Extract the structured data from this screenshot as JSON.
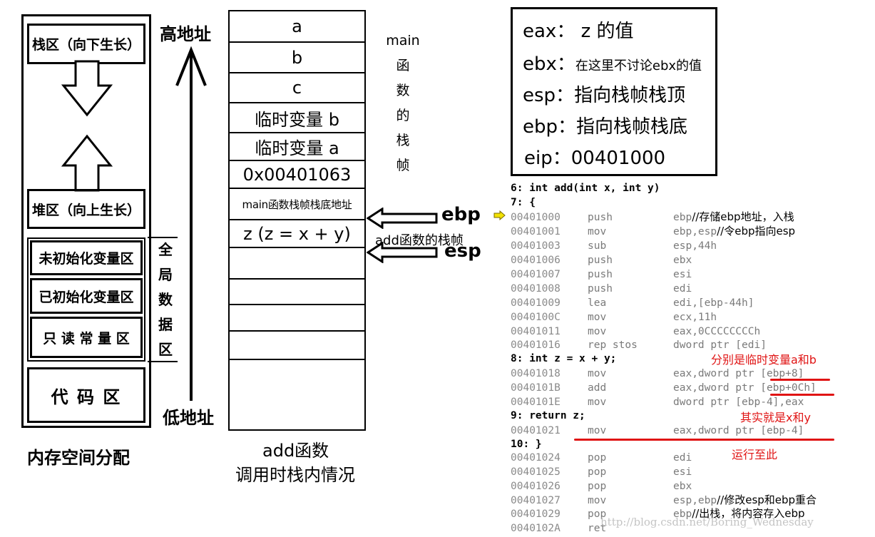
{
  "memory": {
    "title": "内存空间分配",
    "stack_area": "栈区（向下生长）",
    "heap_area": "堆区（向上生长）",
    "uninit": "未初始化变量区",
    "init": "已初始化变量区",
    "readonly": "只 读 常 量 区",
    "code": "代 码 区",
    "global_chars": [
      "全",
      "局",
      "数",
      "据",
      "区"
    ]
  },
  "address": {
    "high": "高地址",
    "low": "低地址"
  },
  "stack": {
    "slots": [
      "a",
      "b",
      "c",
      "临时变量 b",
      "临时变量 a",
      "0x00401063",
      "main函数栈帧栈底地址",
      "z (z = x + y)"
    ],
    "main_frame_chars": [
      "main",
      "函",
      "数",
      "的",
      "栈",
      "帧"
    ],
    "caption_line1": "add函数",
    "caption_line2": "调用时栈内情况",
    "ebp_label": "ebp",
    "esp_label": "esp",
    "add_frame_label": "add函数的栈帧"
  },
  "registers": [
    {
      "name": "eax",
      "sep": "：",
      "value": " z 的值",
      "small": ""
    },
    {
      "name": "ebx",
      "sep": "：",
      "value": "",
      "small": "在这里不讨论ebx的值"
    },
    {
      "name": "esp",
      "sep": "：",
      "value": "指向栈帧栈顶",
      "small": ""
    },
    {
      "name": "ebp",
      "sep": "：",
      "value": "指向栈帧栈底",
      "small": ""
    },
    {
      "name": "eip",
      "sep": "：",
      "value": "00401000",
      "small": ""
    }
  ],
  "code": {
    "src6": "6:     int add(int x, int y)",
    "src7": "7:     {",
    "src8": "8:         int z = x + y;",
    "src9": "9:         return z;",
    "src10": "10:    }",
    "lines": [
      {
        "addr": "00401000",
        "mn": "push",
        "op": "ebp",
        "cmt": "//存储ebp地址，入栈"
      },
      {
        "addr": "00401001",
        "mn": "mov",
        "op": "ebp,esp",
        "cmt": "//令ebp指向esp"
      },
      {
        "addr": "00401003",
        "mn": "sub",
        "op": "esp,44h",
        "cmt": ""
      },
      {
        "addr": "00401006",
        "mn": "push",
        "op": "ebx",
        "cmt": ""
      },
      {
        "addr": "00401007",
        "mn": "push",
        "op": "esi",
        "cmt": ""
      },
      {
        "addr": "00401008",
        "mn": "push",
        "op": "edi",
        "cmt": ""
      },
      {
        "addr": "00401009",
        "mn": "lea",
        "op": "edi,[ebp-44h]",
        "cmt": ""
      },
      {
        "addr": "0040100C",
        "mn": "mov",
        "op": "ecx,11h",
        "cmt": ""
      },
      {
        "addr": "00401011",
        "mn": "mov",
        "op": "eax,0CCCCCCCCh",
        "cmt": ""
      },
      {
        "addr": "00401016",
        "mn": "rep stos",
        "op": "dword ptr [edi]",
        "cmt": ""
      },
      {
        "addr": "00401018",
        "mn": "mov",
        "op": "eax,dword ptr [ebp+8]",
        "cmt": ""
      },
      {
        "addr": "0040101B",
        "mn": "add",
        "op": "eax,dword ptr [ebp+0Ch]",
        "cmt": ""
      },
      {
        "addr": "0040101E",
        "mn": "mov",
        "op": "dword ptr [ebp-4],eax",
        "cmt": ""
      },
      {
        "addr": "00401021",
        "mn": "mov",
        "op": "eax,dword ptr [ebp-4]",
        "cmt": ""
      },
      {
        "addr": "00401024",
        "mn": "pop",
        "op": "edi",
        "cmt": ""
      },
      {
        "addr": "00401025",
        "mn": "pop",
        "op": "esi",
        "cmt": ""
      },
      {
        "addr": "00401026",
        "mn": "pop",
        "op": "ebx",
        "cmt": ""
      },
      {
        "addr": "00401027",
        "mn": "mov",
        "op": "esp,ebp",
        "cmt": "//修改esp和ebp重合"
      },
      {
        "addr": "00401029",
        "mn": "pop",
        "op": "ebp",
        "cmt": "//出栈，将内容存入ebp"
      },
      {
        "addr": "0040102A",
        "mn": "ret",
        "op": "",
        "cmt": ""
      }
    ],
    "note_ab": "分别是临时变量a和b",
    "note_xy": "其实就是x和y",
    "note_run": "运行至此"
  },
  "watermark": "http://blog.csdn.net/Boring_Wednesday",
  "colors": {
    "annotation": "#e01414"
  }
}
